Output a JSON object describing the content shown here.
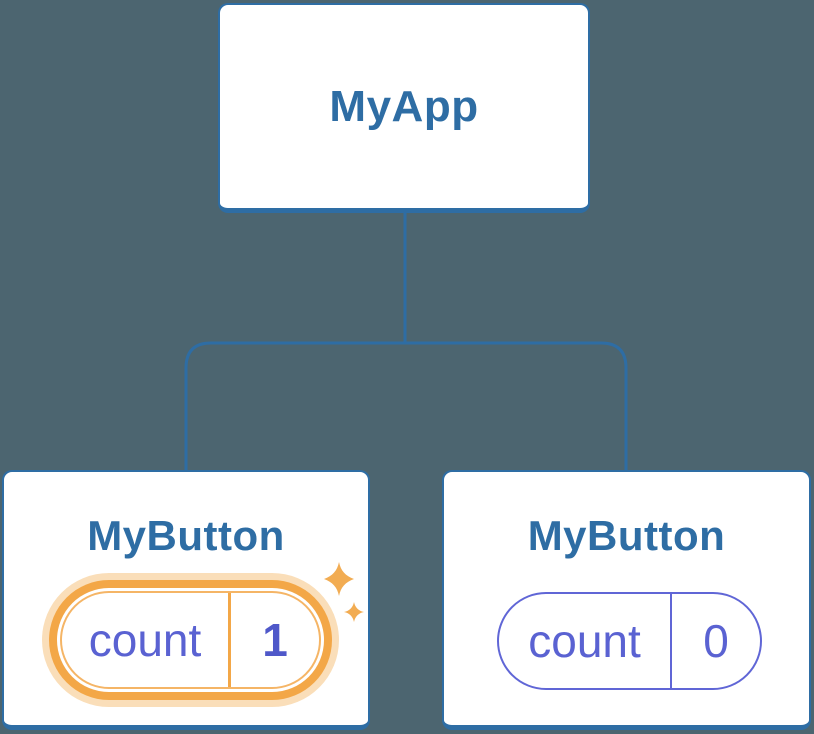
{
  "figure": {
    "background_color": "#4C6570",
    "line_color": "#2E6DA4",
    "purple_text_color": "#5A62D2",
    "purple_line_color": "#6066D6",
    "orange_color": "#F3A747",
    "orange_soft_color": "#F5B566",
    "halo_color": "rgba(243, 167, 71, 0.38)",
    "sparkle_color": "#F2AC52",
    "root": {
      "label": "MyApp"
    },
    "children": [
      {
        "label": "MyButton",
        "state": {
          "name": "count",
          "value": "1"
        },
        "highlighted": true,
        "effect_icon": "sparkles-icon"
      },
      {
        "label": "MyButton",
        "state": {
          "name": "count",
          "value": "0"
        },
        "highlighted": false
      }
    ]
  }
}
